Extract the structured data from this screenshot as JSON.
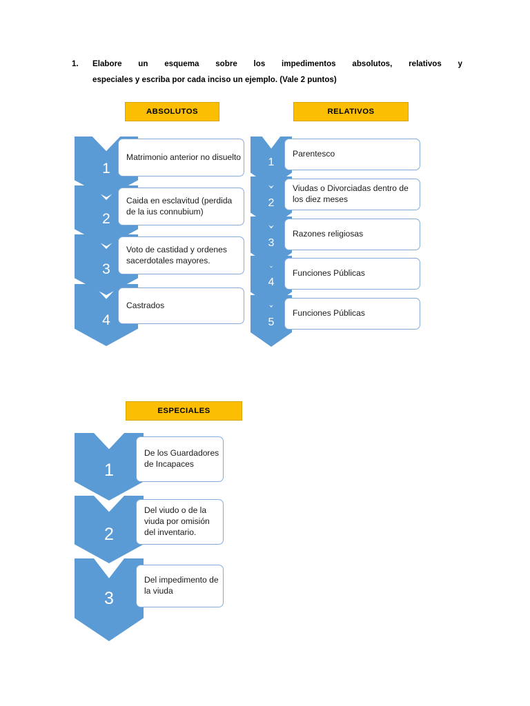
{
  "question": {
    "number": "1.",
    "line1": "Elabore un esquema sobre los impedimentos absolutos, relativos y",
    "line2": "especiales y escriba por cada inciso un ejemplo. (Vale 2 puntos)"
  },
  "colors": {
    "header_fill": "#FBBE03",
    "chevron_fill": "#5B9BD5",
    "box_border": "#84ACD8",
    "text": "#000000"
  },
  "sections": [
    {
      "id": "absolutos",
      "header": "ABSOLUTOS",
      "items": [
        {
          "num": "1",
          "text": "Matrimonio anterior no disuelto"
        },
        {
          "num": "2",
          "text": "Caida en esclavitud (perdida de la ius connubium)"
        },
        {
          "num": "3",
          "text": "Voto de castidad y ordenes sacerdotales mayores."
        },
        {
          "num": "4",
          "text": "Castrados"
        }
      ]
    },
    {
      "id": "relativos",
      "header": "RELATIVOS",
      "items": [
        {
          "num": "1",
          "text": "Parentesco"
        },
        {
          "num": "2",
          "text": "Viudas o Divorciadas dentro de los diez meses"
        },
        {
          "num": "3",
          "text": "Razones religiosas"
        },
        {
          "num": "4",
          "text": "Funciones Públicas"
        },
        {
          "num": "5",
          "text": "Funciones Públicas"
        }
      ]
    },
    {
      "id": "especiales",
      "header": "ESPECIALES",
      "items": [
        {
          "num": "1",
          "text": "De los Guardadores de Incapaces"
        },
        {
          "num": "2",
          "text": "Del viudo o de la viuda por omisión del inventario."
        },
        {
          "num": "3",
          "text": "Del impedimento de la viuda"
        }
      ]
    }
  ]
}
